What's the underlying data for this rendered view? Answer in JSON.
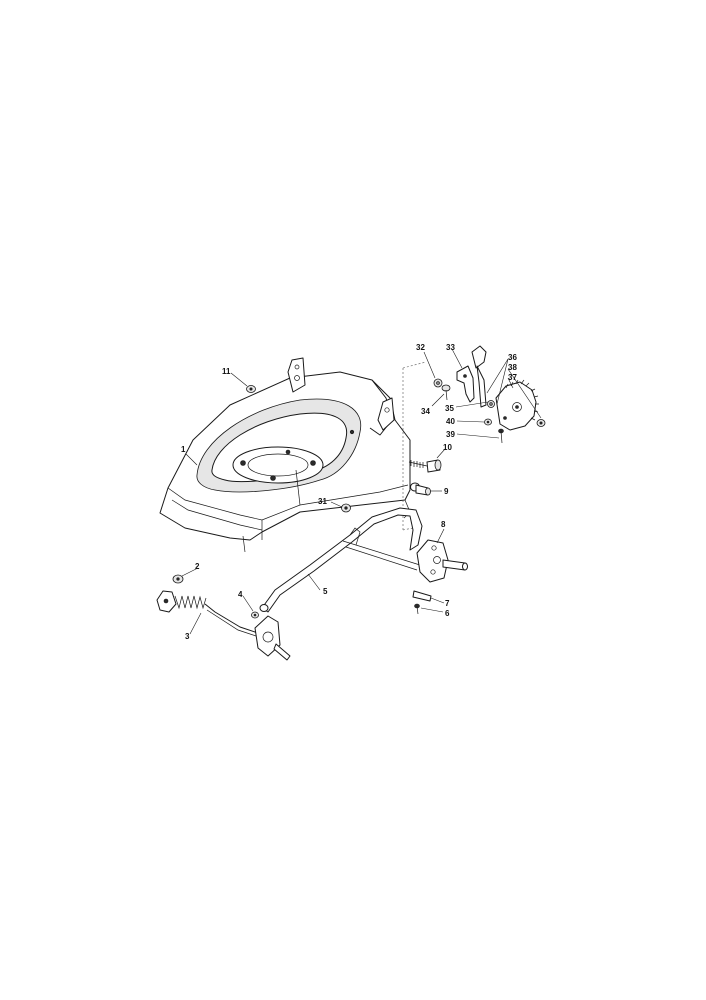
{
  "diagram": {
    "type": "exploded-parts-view",
    "part_labels": [
      {
        "id": "p1",
        "text": "1"
      },
      {
        "id": "p2",
        "text": "2"
      },
      {
        "id": "p3",
        "text": "3"
      },
      {
        "id": "p4",
        "text": "4"
      },
      {
        "id": "p5",
        "text": "5"
      },
      {
        "id": "p6",
        "text": "6"
      },
      {
        "id": "p7",
        "text": "7"
      },
      {
        "id": "p8",
        "text": "8"
      },
      {
        "id": "p9",
        "text": "9"
      },
      {
        "id": "p10",
        "text": "10"
      },
      {
        "id": "p11",
        "text": "11"
      },
      {
        "id": "p31",
        "text": "31"
      },
      {
        "id": "p32",
        "text": "32"
      },
      {
        "id": "p33",
        "text": "33"
      },
      {
        "id": "p34",
        "text": "34"
      },
      {
        "id": "p35",
        "text": "35"
      },
      {
        "id": "p36",
        "text": "36"
      },
      {
        "id": "p37",
        "text": "37"
      },
      {
        "id": "p38",
        "text": "38"
      },
      {
        "id": "p39",
        "text": "39"
      },
      {
        "id": "p40",
        "text": "40"
      }
    ]
  }
}
